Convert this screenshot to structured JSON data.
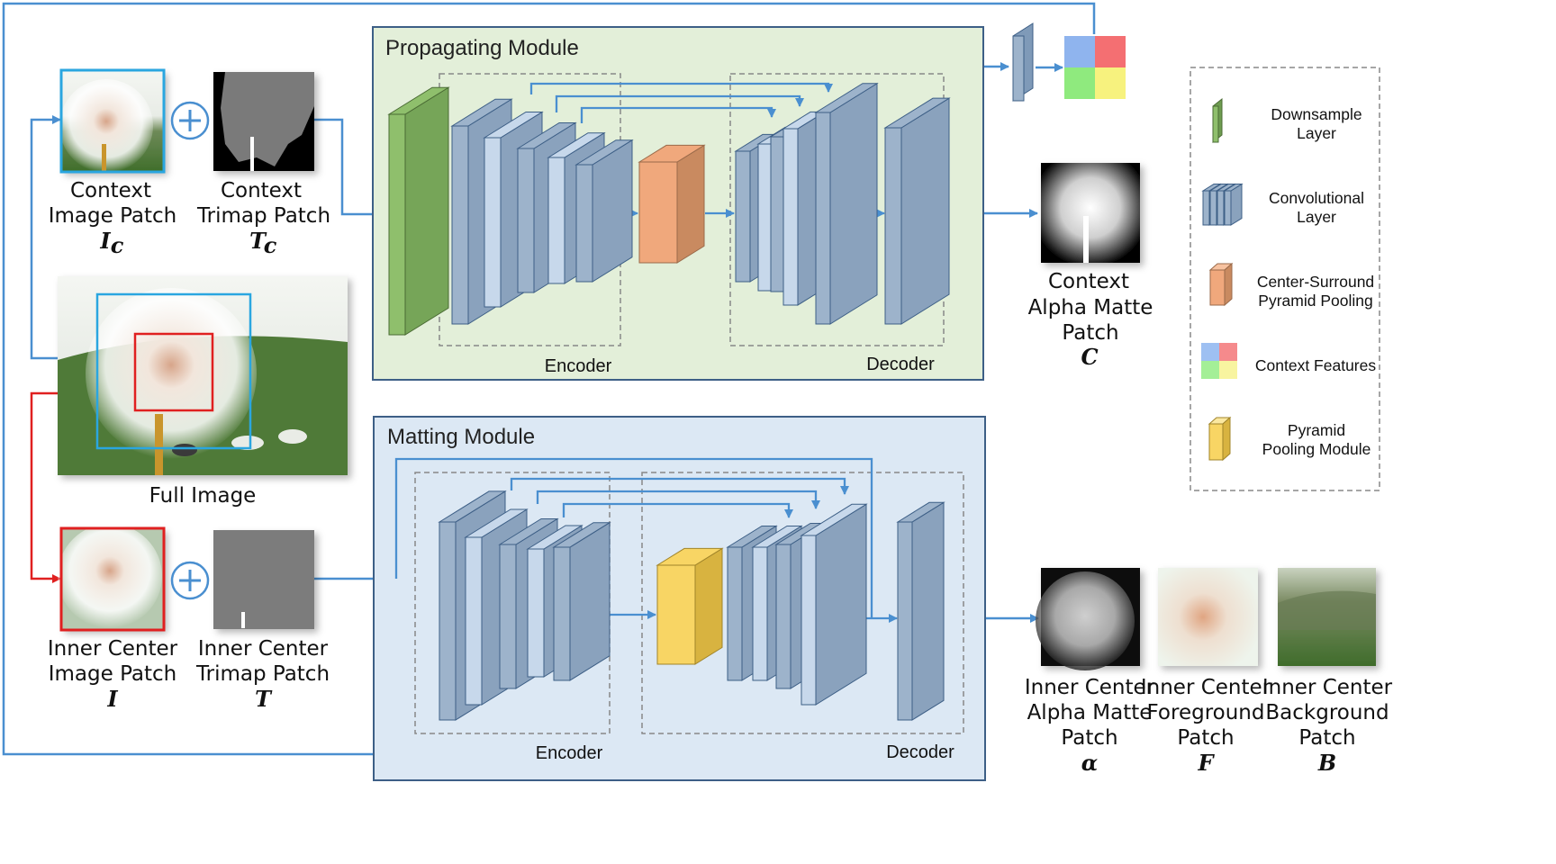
{
  "modules": {
    "propagating": {
      "title": "Propagating Module",
      "encoder": "Encoder",
      "decoder": "Decoder"
    },
    "matting": {
      "title": "Matting Module",
      "encoder": "Encoder",
      "decoder": "Decoder"
    }
  },
  "inputs": {
    "context_image": {
      "line1": "Context",
      "line2": "Image Patch",
      "symbol": "I",
      "sub": "c"
    },
    "context_trimap": {
      "line1": "Context",
      "line2": "Trimap Patch",
      "symbol": "T",
      "sub": "c"
    },
    "full_image": {
      "label": "Full Image"
    },
    "inner_image": {
      "line1": "Inner Center",
      "line2": "Image Patch",
      "symbol": "I"
    },
    "inner_trimap": {
      "line1": "Inner Center",
      "line2": "Trimap Patch",
      "symbol": "T"
    }
  },
  "outputs": {
    "context_alpha": {
      "line1": "Context",
      "line2": "Alpha Matte",
      "line3": "Patch",
      "symbol": "C"
    },
    "inner_alpha": {
      "line1": "Inner Center",
      "line2": "Alpha Matte",
      "line3": "Patch",
      "symbol": "α"
    },
    "inner_fg": {
      "line1": "Inner Center",
      "line2": "Foreground",
      "line3": "Patch",
      "symbol": "F"
    },
    "inner_bg": {
      "line1": "Inner Center",
      "line2": "Background",
      "line3": "Patch",
      "symbol": "B"
    }
  },
  "legend": {
    "downsample": {
      "line1": "Downsample",
      "line2": "Layer"
    },
    "conv": {
      "line1": "Convolutional",
      "line2": "Layer"
    },
    "csp": {
      "line1": "Center-Surround",
      "line2": "Pyramid Pooling"
    },
    "ctx": {
      "line1": "Context Features"
    },
    "ppm": {
      "line1": "Pyramid",
      "line2": "Pooling Module"
    }
  },
  "colors": {
    "arrow": "#4a8fd0",
    "propagating_bg": "#e3efd9",
    "matting_bg": "#dce8f4",
    "module_border": "#3d5f86",
    "layer_fill": "#9db3cb",
    "layer_light": "#c7d8eb",
    "downsample": "#8fbf6c",
    "csp_pooling": "#f0a87c",
    "ppm": "#f8d564",
    "context_box": "#2aa6e0",
    "inner_box": "#e02020"
  }
}
